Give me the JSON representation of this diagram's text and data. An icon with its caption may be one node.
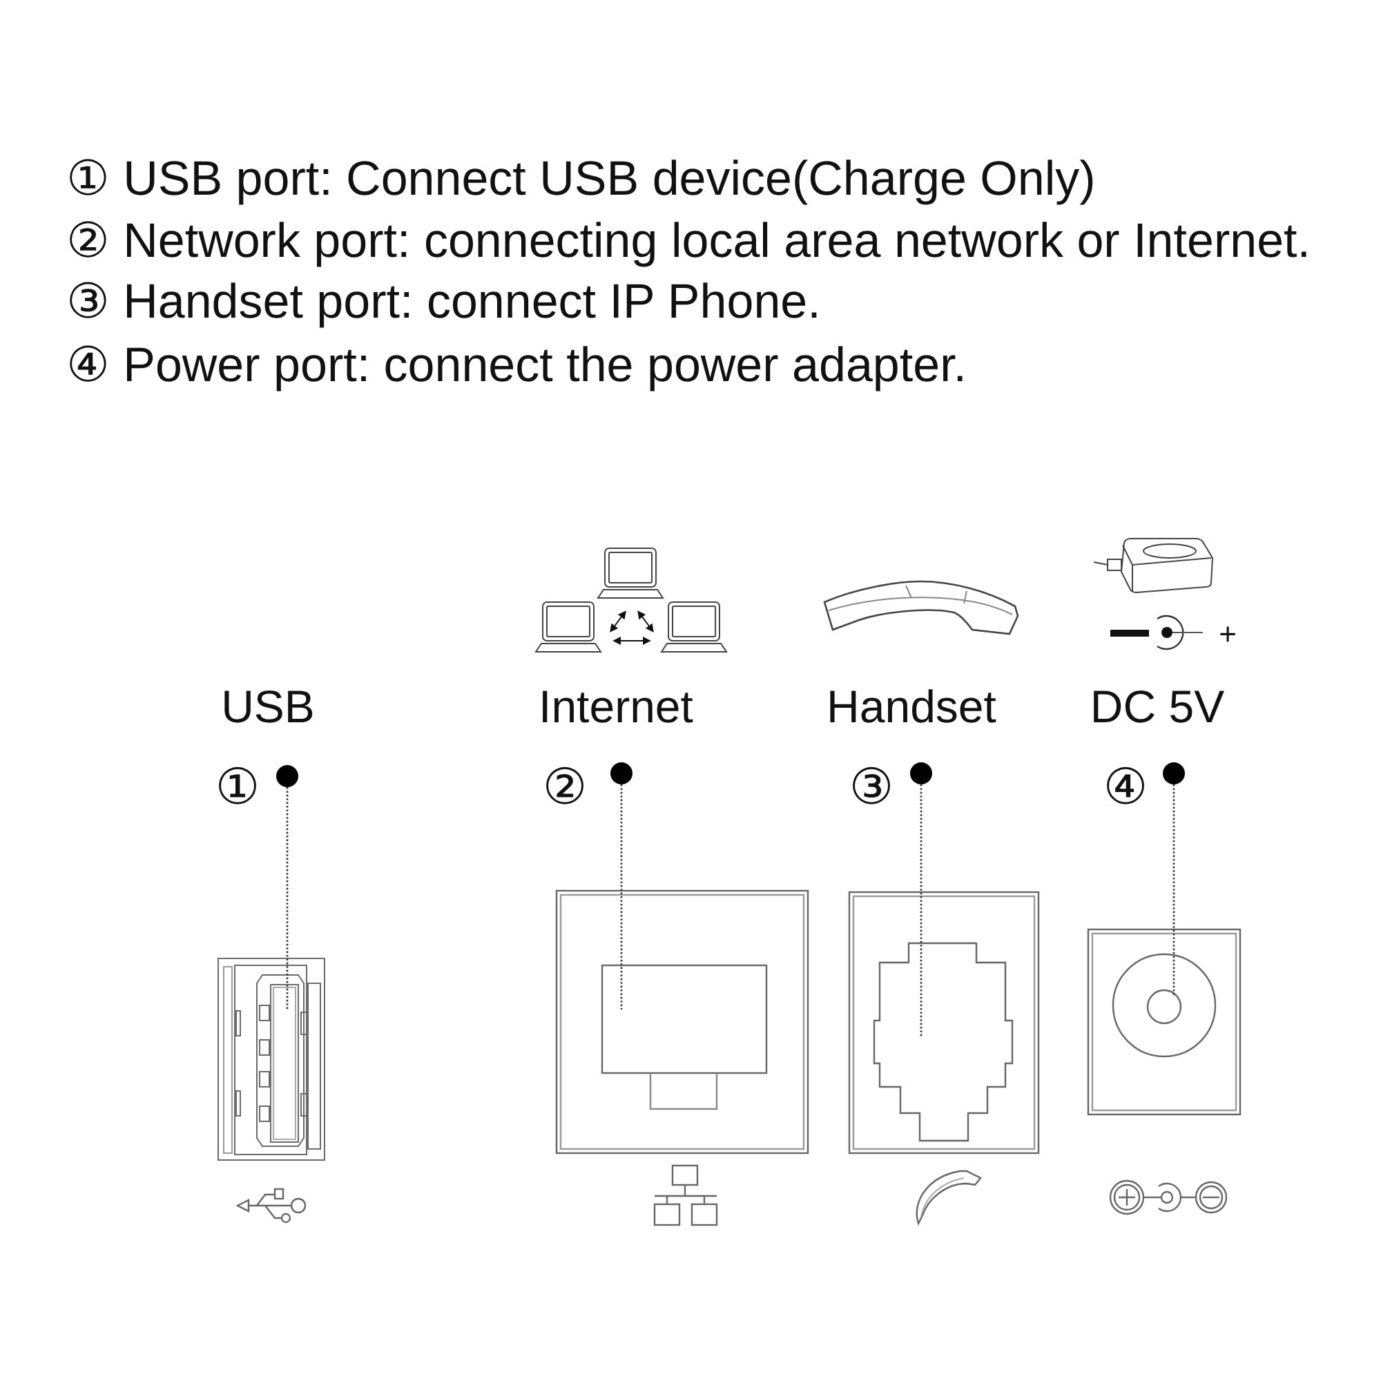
{
  "diagram": {
    "nodes": [
      {
        "text": [],
        "shape": "circle",
        "beside": [
          "①"
        ]
      },
      {
        "text": [],
        "shape": "circle",
        "beside": [
          "②"
        ]
      },
      {
        "text": [],
        "shape": "circle",
        "beside": [
          "③"
        ]
      },
      {
        "text": [],
        "shape": "circle",
        "beside": [
          "④"
        ]
      },
      {
        "text": [],
        "shape": "picture"
      },
      {
        "text": [],
        "shape": "picture"
      },
      {
        "text": [],
        "shape": "picture"
      },
      {
        "text": [],
        "shape": "picture"
      }
    ],
    "edges": [
      {
        "from": 0,
        "to": 4,
        "arrow": "none",
        "style": "dashed"
      },
      {
        "from": 1,
        "to": 5,
        "arrow": "none",
        "style": "dashed"
      },
      {
        "from": 2,
        "to": 6,
        "arrow": "none",
        "style": "dashed"
      },
      {
        "from": 3,
        "to": 7,
        "arrow": "none",
        "style": "dashed"
      }
    ],
    "labels": [
      "① USB port: Connect USB device(Charge Only)",
      "② Network port: connecting local area network or Internet.",
      "③ Handset port: connect IP Phone.",
      "④ Power port: connect the power adapter.",
      "+",
      "USB",
      "Internet",
      "Handset",
      "DC 5V"
    ]
  }
}
